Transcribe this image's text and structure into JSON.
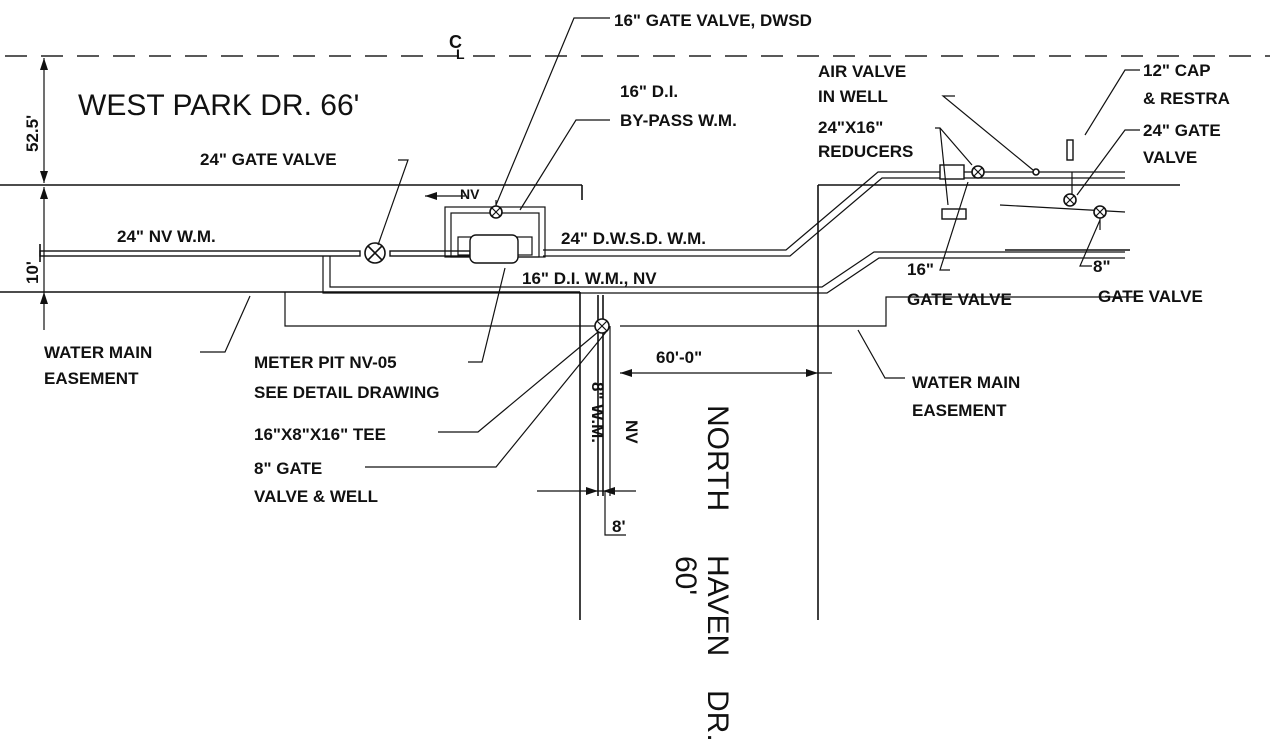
{
  "streets": {
    "west_park": "WEST PARK DR. 66'",
    "north_haven_1": "NORTH",
    "north_haven_2": "HAVEN",
    "north_haven_3": "DR.",
    "north_haven_width": "60'"
  },
  "centerline_symbol": "CL",
  "dimensions": {
    "offset_52_5": "52.5'",
    "offset_10": "10'",
    "span_60": "60'-0\"",
    "width_8": "8'"
  },
  "labels": {
    "gate_valve_16_dwsd": "16\" GATE VALVE, DWSD",
    "di_bypass_1": "16\" D.I.",
    "di_bypass_2": "BY-PASS W.M.",
    "gate_valve_24": "24\" GATE VALVE",
    "nv_small": "NV",
    "nv_wm_24": "24\" NV W.M.",
    "dwsd_wm_24": "24\" D.W.S.D. W.M.",
    "di_wm_16": "16\" D.I. W.M., NV",
    "air_valve_1": "AIR VALVE",
    "air_valve_2": "IN WELL",
    "reducers_1": "24\"X16\"",
    "reducers_2": "REDUCERS",
    "cap_1": "12\" CAP",
    "cap_2": "& RESTRA",
    "gate_24_right_1": "24\" GATE",
    "gate_24_right_2": "VALVE",
    "gate_16_right_1": "16\"",
    "gate_16_right_2": "GATE VALVE",
    "gate_8_right_1": "8\"",
    "gate_8_right_2": "GATE VALVE",
    "easement_left_1": "WATER MAIN",
    "easement_left_2": "EASEMENT",
    "meter_pit_1": "METER PIT NV-05",
    "meter_pit_2": "SEE DETAIL DRAWING",
    "tee": "16\"X8\"X16\" TEE",
    "gate_8_1": "8\" GATE",
    "gate_8_2": "VALVE & WELL",
    "easement_right_1": "WATER MAIN",
    "easement_right_2": "EASEMENT",
    "wm_8": "8\" W.M.",
    "nv_vertical": "NV"
  }
}
